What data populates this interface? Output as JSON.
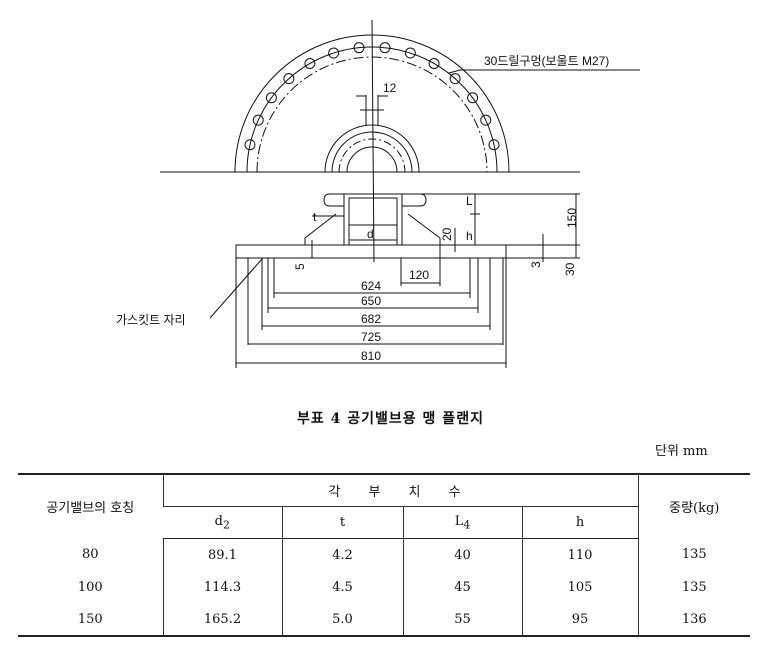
{
  "drawing": {
    "hole_label": "30드릴구멍(보울트 M27)",
    "slot_width": "12",
    "gasket_label": "가스킷트 자리",
    "symbols": {
      "t": "t",
      "d": "d",
      "L": "L",
      "h": "h"
    },
    "dims": {
      "d20": "20",
      "d150": "150",
      "d5": "5",
      "d3": "3",
      "d30": "30",
      "d120": "120",
      "d624": "624",
      "d650": "650",
      "d682": "682",
      "d725": "725",
      "d810": "810"
    }
  },
  "title": "부표 4 공기밸브용 맹 플랜지",
  "unit": "단위 mm",
  "table": {
    "col_name": "공기밸브의 호칭",
    "group": "각 부 치 수",
    "cols": {
      "d": "d",
      "d_sub": "2",
      "t": "t",
      "L": "L",
      "L_sub": "4",
      "h": "h"
    },
    "col_weight": "중량(kg)",
    "rows": [
      {
        "name": "80",
        "d2": "89.1",
        "t": "4.2",
        "L4": "40",
        "h": "110",
        "w": "135"
      },
      {
        "name": "100",
        "d2": "114.3",
        "t": "4.5",
        "L4": "45",
        "h": "105",
        "w": "135"
      },
      {
        "name": "150",
        "d2": "165.2",
        "t": "5.0",
        "L4": "55",
        "h": "95",
        "w": "136"
      }
    ]
  }
}
